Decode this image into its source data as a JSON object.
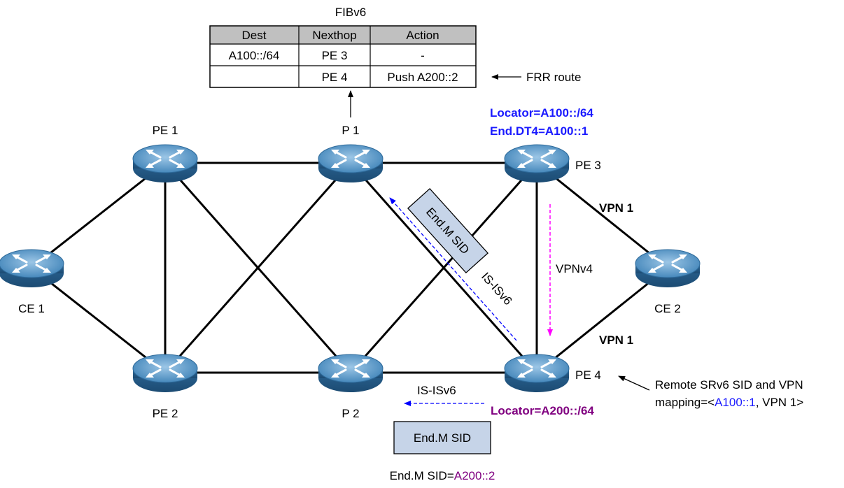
{
  "fib": {
    "title": "FIBv6",
    "headers": [
      "Dest",
      "Nexthop",
      "Action"
    ],
    "rows": [
      [
        "A100::/64",
        "PE 3",
        "-"
      ],
      [
        "",
        "PE 4",
        "Push A200::2"
      ]
    ],
    "frr_label": "FRR route"
  },
  "nodes": {
    "pe1": "PE 1",
    "p1": "P 1",
    "pe3": "PE 3",
    "ce1": "CE 1",
    "ce2": "CE 2",
    "pe2": "PE 2",
    "p2": "P 2",
    "pe4": "PE 4"
  },
  "pe3_locator": "Locator=A100::/64",
  "pe3_end_dt4": "End.DT4=A100::1",
  "pe4_locator": "Locator=A200::/64",
  "vpn_top": "VPN 1",
  "vpn_bottom": "VPN 1",
  "vpnv4": "VPNv4",
  "isis_diag": "IS-ISv6",
  "isis_bottom": "IS-ISv6",
  "endm_diag": "End.M SID",
  "endm_bottom": "End.M SID",
  "endm_caption_prefix": "End.M SID=",
  "endm_caption_value": "A200::2",
  "remote_line1": "Remote SRv6 SID and VPN",
  "remote_line2_prefix": "mapping=<",
  "remote_line2_sid": "A100::1",
  "remote_line2_suffix": ", VPN 1>",
  "colors": {
    "blue_label": "#1a1aff",
    "purple_label": "#800080",
    "magenta_arrow": "#ff00ff",
    "blue_arrow": "#0000ff",
    "box_fill": "#c6d4e8",
    "header_fill": "#c0c0c0",
    "router_fill": "#3c82b4"
  }
}
